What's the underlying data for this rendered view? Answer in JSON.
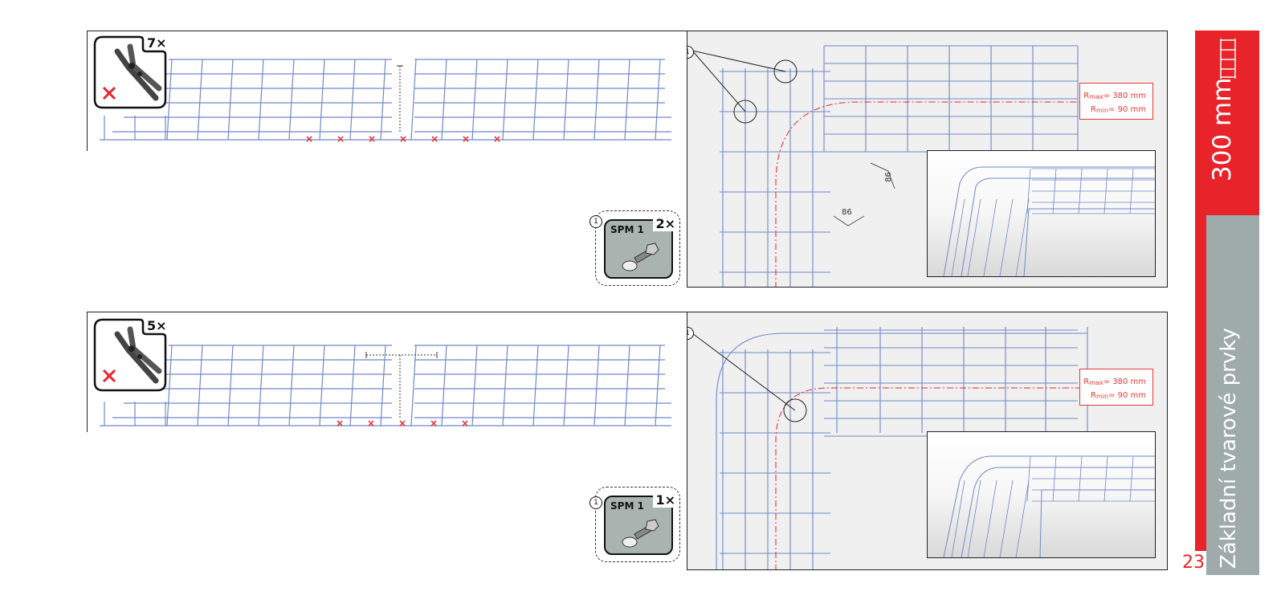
{
  "step1": {
    "cut_count": "7×",
    "spm_label": "SPM 1",
    "spm_count": "2×",
    "callout": "1",
    "dimension_a": "86",
    "dimension_b": "86",
    "radius_max": "= 380 mm",
    "radius_min": "= 90 mm",
    "r_sub_max": "max",
    "r_sub_min": "min",
    "r_letter": "R",
    "marks": [
      "×",
      "×",
      "×",
      "×",
      "×",
      "×",
      "×"
    ]
  },
  "step2": {
    "cut_count": "5×",
    "spm_label": "SPM 1",
    "spm_count": "1×",
    "callout": "1",
    "radius_max": "= 380 mm",
    "radius_min": "= 90 mm",
    "r_sub_max": "max",
    "r_sub_min": "min",
    "r_letter": "R",
    "marks": [
      "×",
      "×",
      "×",
      "×",
      "×"
    ]
  },
  "sidebar": {
    "width_label": "300 mm",
    "section_title": "Základní tvarové prvky",
    "page_number": "23"
  },
  "colors": {
    "accent_red": "#e8242a",
    "sidebar_grey": "#9fabab",
    "wire_blue": "#6f88c8"
  },
  "icons": [
    "bolt-cutter-icon",
    "no-cut-x-icon",
    "bolt-and-nut-icon",
    "cable-tray-icon"
  ]
}
